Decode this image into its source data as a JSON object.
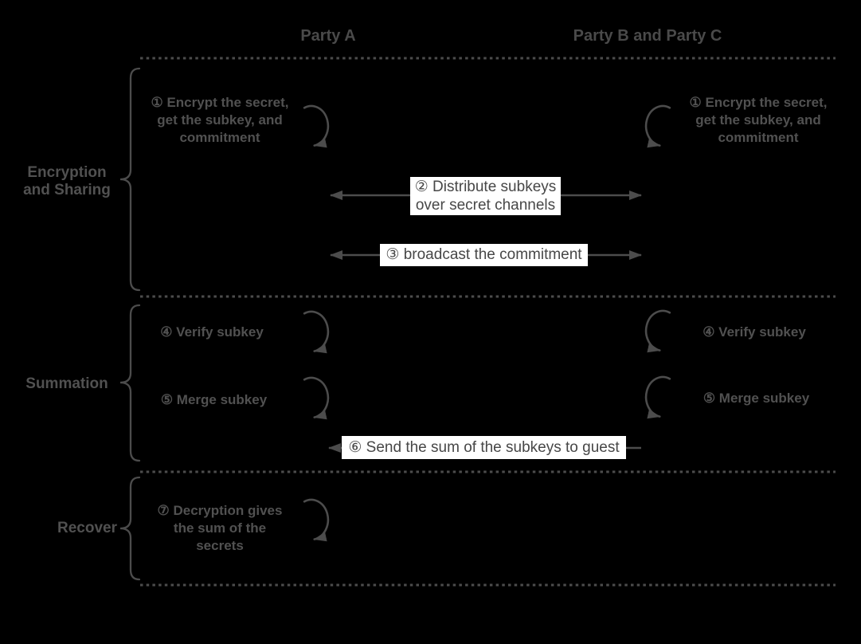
{
  "colors": {
    "background": "#000000",
    "line": "#4c4c4c",
    "text": "#515151",
    "header_text": "#4a4a4a",
    "message_box_bg": "#ffffff",
    "message_box_text": "#474747"
  },
  "headers": {
    "party_a": "Party A",
    "party_bc": "Party B and Party C"
  },
  "phases": [
    {
      "label_lines": [
        "Encryption",
        "and Sharing"
      ]
    },
    {
      "label": "Summation"
    },
    {
      "label": "Recover"
    }
  ],
  "self_steps": {
    "left_1": {
      "lines": [
        "① Encrypt the secret,",
        "get the subkey, and",
        "commitment"
      ]
    },
    "right_1": {
      "lines": [
        "① Encrypt the secret,",
        "get the subkey, and",
        "commitment"
      ]
    },
    "left_4": {
      "text": "④ Verify subkey"
    },
    "right_4": {
      "text": "④ Verify subkey"
    },
    "left_5": {
      "text": "⑤ Merge subkey"
    },
    "right_5": {
      "text": "⑤ Merge subkey"
    },
    "left_7": {
      "lines": [
        "⑦ Decryption gives",
        "the sum of the",
        "secrets"
      ]
    }
  },
  "messages": {
    "distribute": {
      "lines": [
        "② Distribute subkeys",
        "over secret channels"
      ],
      "direction": "both"
    },
    "broadcast": {
      "text": "③ broadcast the commitment",
      "direction": "both"
    },
    "send_sum": {
      "text": "⑥ Send the sum of the subkeys to guest",
      "direction": "to-party-a"
    }
  }
}
